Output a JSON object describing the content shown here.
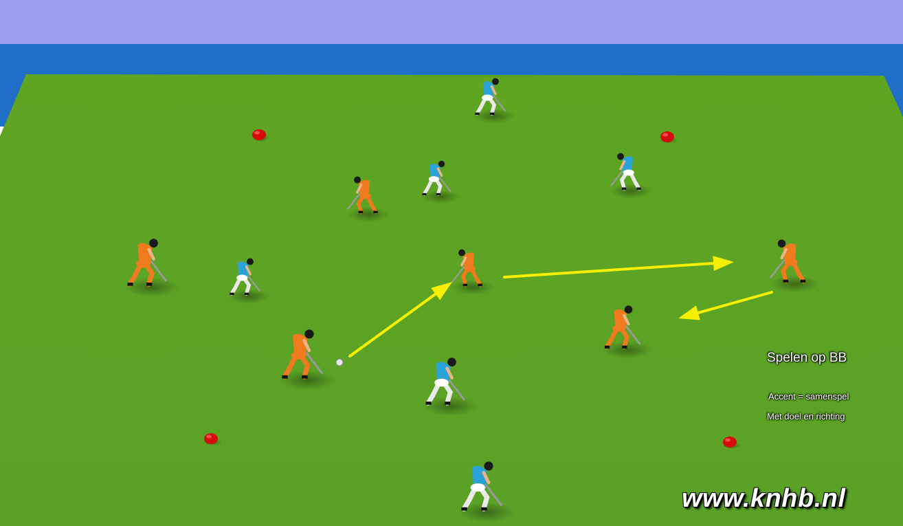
{
  "drill": {
    "title": "Spelen op BB",
    "accent": "Accent = samenspel",
    "direction": "Met doel en richting"
  },
  "watermark": "www.knhb.nl",
  "colors": {
    "sky": "#9c9cf2",
    "water": "#1f6fc9",
    "field": "#5da324",
    "team_orange": "#f07a1e",
    "team_blue": "#2aa3d8",
    "cone": "#d40c0c",
    "pass_arrow": "#f6f000"
  },
  "legend": {
    "team_orange_icon": "orange-player-icon",
    "team_blue_icon": "blue-player-icon",
    "cone_icon": "red-cone-icon",
    "arrow_icon": "pass-arrow-icon"
  }
}
